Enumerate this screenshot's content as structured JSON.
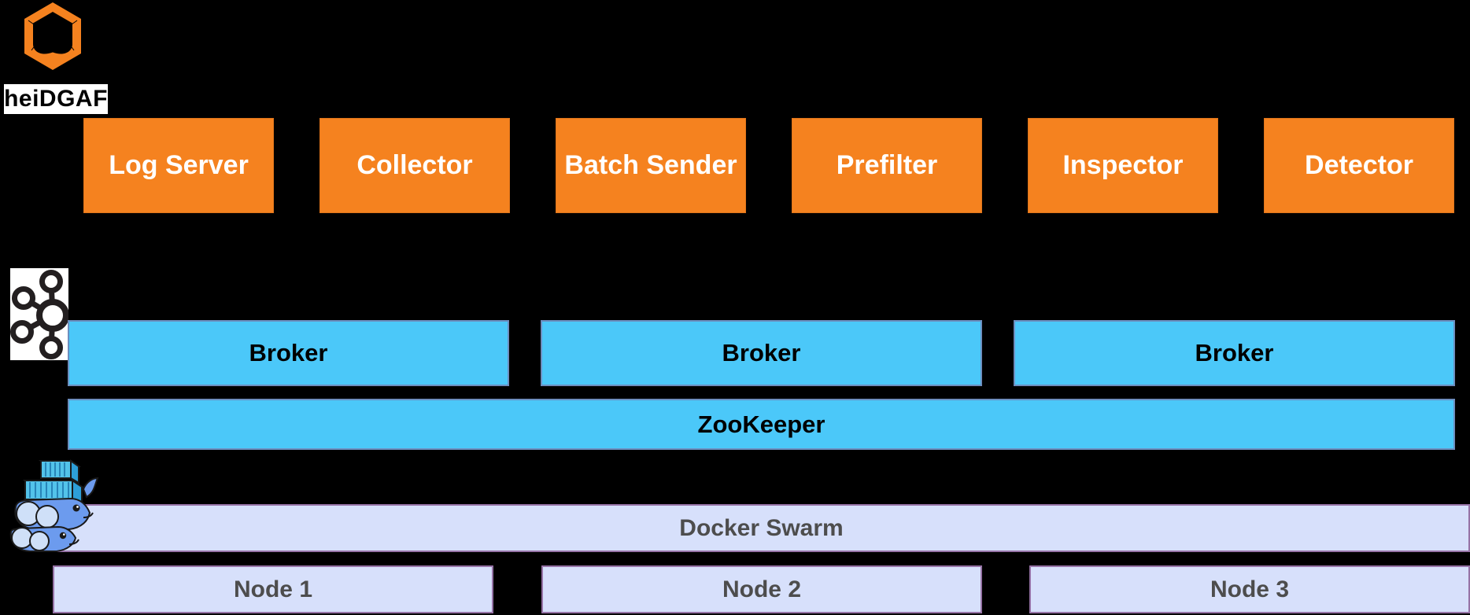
{
  "canvas": {
    "background": "#000000"
  },
  "logo": {
    "label": "heiDGAF",
    "accent_color": "#F5821F"
  },
  "services": {
    "fill": "#F5821F",
    "text_color": "#FFFFFF",
    "items": [
      {
        "label": "Log Server"
      },
      {
        "label": "Collector"
      },
      {
        "label": "Batch Sender"
      },
      {
        "label": "Prefilter"
      },
      {
        "label": "Inspector"
      },
      {
        "label": "Detector"
      }
    ]
  },
  "kafka": {
    "fill": "#4BC8F9",
    "border": "#6C8EBF",
    "text_color": "#000000",
    "brokers": [
      {
        "label": "Broker"
      },
      {
        "label": "Broker"
      },
      {
        "label": "Broker"
      }
    ],
    "zookeeper_label": "ZooKeeper"
  },
  "docker": {
    "fill": "#D7E0FB",
    "border": "#9673A6",
    "text_color": "#4D4D4D",
    "swarm_label": "Docker Swarm",
    "nodes": [
      {
        "label": "Node 1"
      },
      {
        "label": "Node 2"
      },
      {
        "label": "Node 3"
      }
    ]
  }
}
